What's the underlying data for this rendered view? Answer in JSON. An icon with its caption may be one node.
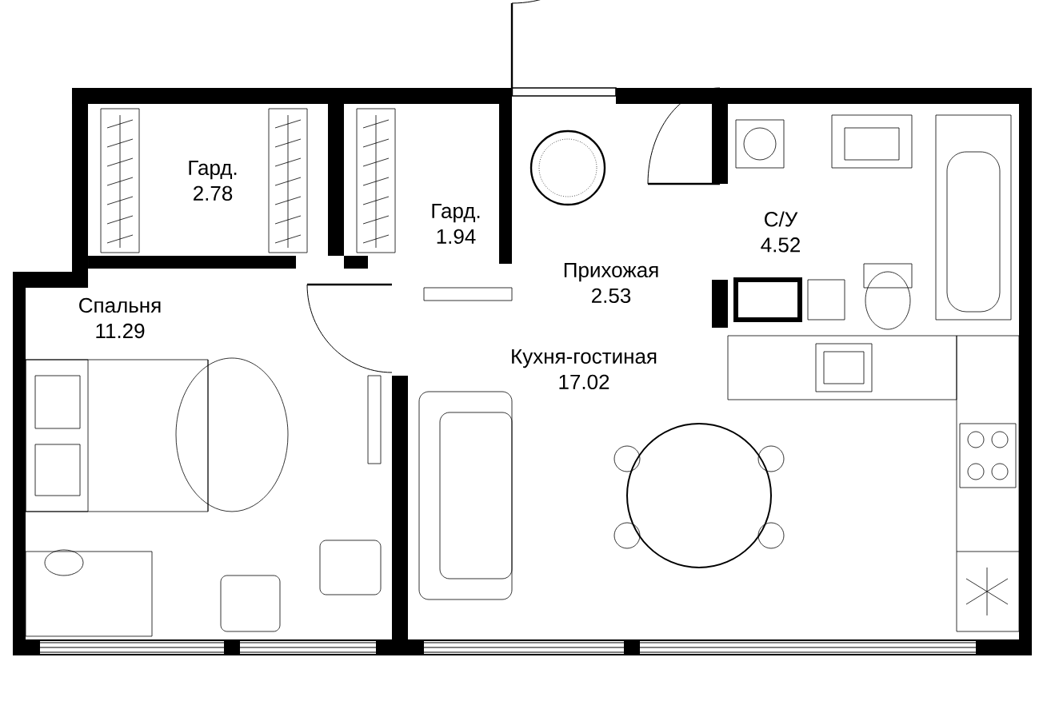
{
  "diagram": {
    "nodes": [
      {
        "text": [
          "Гард.",
          "2.78"
        ]
      },
      {
        "text": [
          "Гард.",
          "1.94"
        ]
      },
      {
        "text": [
          "Прихожая",
          "2.53"
        ]
      },
      {
        "text": [
          "С/У",
          "4.52"
        ]
      },
      {
        "text": [
          "Спальня",
          "11.29"
        ]
      },
      {
        "text": [
          "Кухня-гостиная",
          "17.02"
        ]
      }
    ]
  }
}
